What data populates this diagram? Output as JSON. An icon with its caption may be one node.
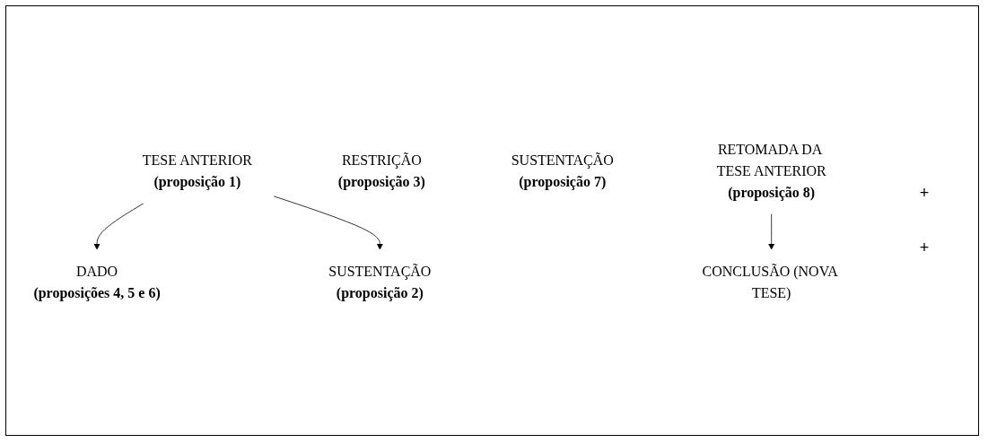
{
  "diagram": {
    "nodes": [
      {
        "text": [
          "TESE ANTERIOR",
          "(proposição 1)"
        ]
      },
      {
        "text": [
          "DADO",
          "(proposições 4, 5 e 6)"
        ]
      },
      {
        "text": [
          "SUSTENTAÇÃO",
          "(proposição 2)"
        ]
      },
      {
        "text": [
          "RESTRIÇÃO",
          "(proposição 3)"
        ]
      },
      {
        "text": [
          "SUSTENTAÇÃO",
          "(proposição 7)"
        ]
      },
      {
        "text": [
          "RETOMADA DA TESE ANTERIOR",
          "(proposição 8)"
        ]
      },
      {
        "text": [
          "CONCLUSÃO (NOVA TESE)"
        ]
      }
    ],
    "edges": [
      {
        "from": 0,
        "to": 1,
        "arrow": "to"
      },
      {
        "from": 0,
        "to": 2,
        "arrow": "to"
      },
      {
        "from": 5,
        "to": 6,
        "arrow": "to"
      }
    ],
    "labels": [
      "+",
      "+"
    ]
  }
}
